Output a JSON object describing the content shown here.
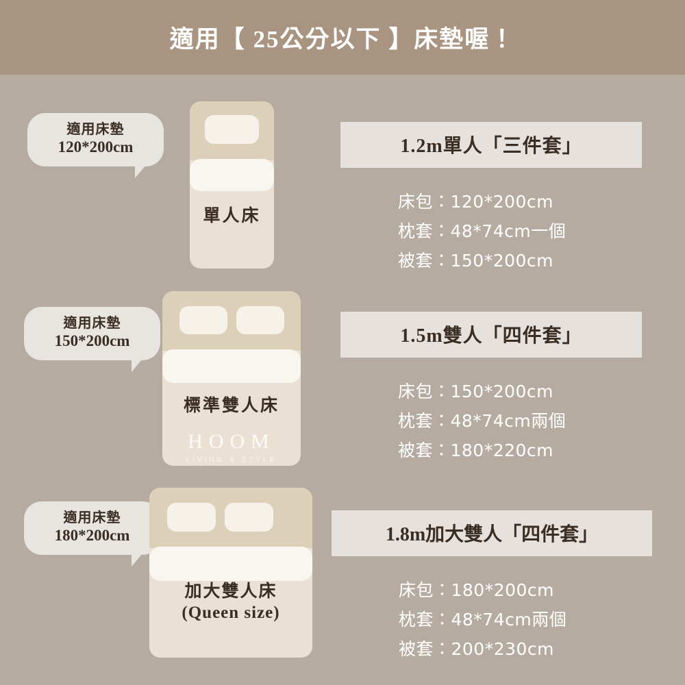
{
  "header": {
    "title": "適用【 25公分以下 】床墊喔！"
  },
  "colors": {
    "page_background": "#b5aba1",
    "header_background": "#a89480",
    "bubble_background": "#e8e4e0",
    "banner_background": "#e6e1dc",
    "bed_body": "#eae0d3",
    "bed_headboard": "#ddd0b8",
    "pillow": "#f6f2ea",
    "blanket": "#f9f6f0",
    "dark_text": "#3a2e24",
    "light_text": "#ffffff"
  },
  "watermark": {
    "main": "HOOM",
    "sub": "LIVING & STYLE"
  },
  "rows": [
    {
      "bubble": {
        "line1": "適用床墊",
        "line2": "120*200cm"
      },
      "bed": {
        "label": "單人床",
        "sublabel": "",
        "pillows": 1,
        "watermark": false
      },
      "info": {
        "banner": "1.2m單人「三件套」",
        "lines": [
          "床包：120*200cm",
          "枕套：48*74cm一個",
          "被套：150*200cm"
        ]
      }
    },
    {
      "bubble": {
        "line1": "適用床墊",
        "line2": "150*200cm"
      },
      "bed": {
        "label": "標準雙人床",
        "sublabel": "",
        "pillows": 2,
        "watermark": true
      },
      "info": {
        "banner": "1.5m雙人「四件套」",
        "lines": [
          "床包：150*200cm",
          "枕套：48*74cm兩個",
          "被套：180*220cm"
        ]
      }
    },
    {
      "bubble": {
        "line1": "適用床墊",
        "line2": "180*200cm"
      },
      "bed": {
        "label": "加大雙人床",
        "sublabel": "(Queen size)",
        "pillows": 2,
        "watermark": false
      },
      "info": {
        "banner": "1.8m加大雙人「四件套」",
        "lines": [
          "床包：180*200cm",
          "枕套：48*74cm兩個",
          "被套：200*230cm"
        ]
      }
    }
  ]
}
